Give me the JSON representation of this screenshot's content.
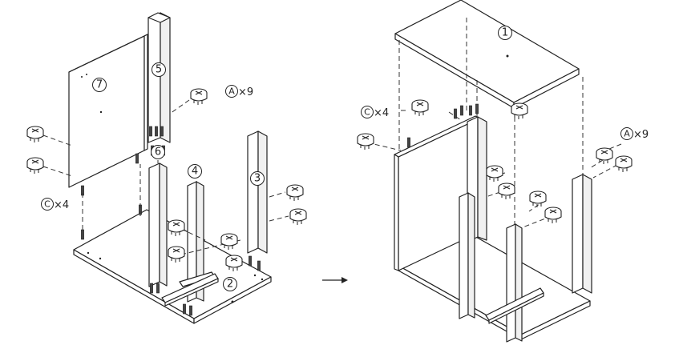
{
  "labels": {
    "panel_1": "1",
    "panel_2": "2",
    "panel_3": "3",
    "panel_4": "4",
    "panel_5": "5",
    "panel_6": "6",
    "panel_7": "7",
    "left_cams": "A",
    "left_cams_count": "×9",
    "left_dowels": "C",
    "left_dowels_count": "×4",
    "right_cams": "A",
    "right_cams_count": "×9",
    "right_dowels": "C",
    "right_dowels_count": "×4"
  },
  "colors": {
    "line": "#222222",
    "background": "#ffffff"
  }
}
